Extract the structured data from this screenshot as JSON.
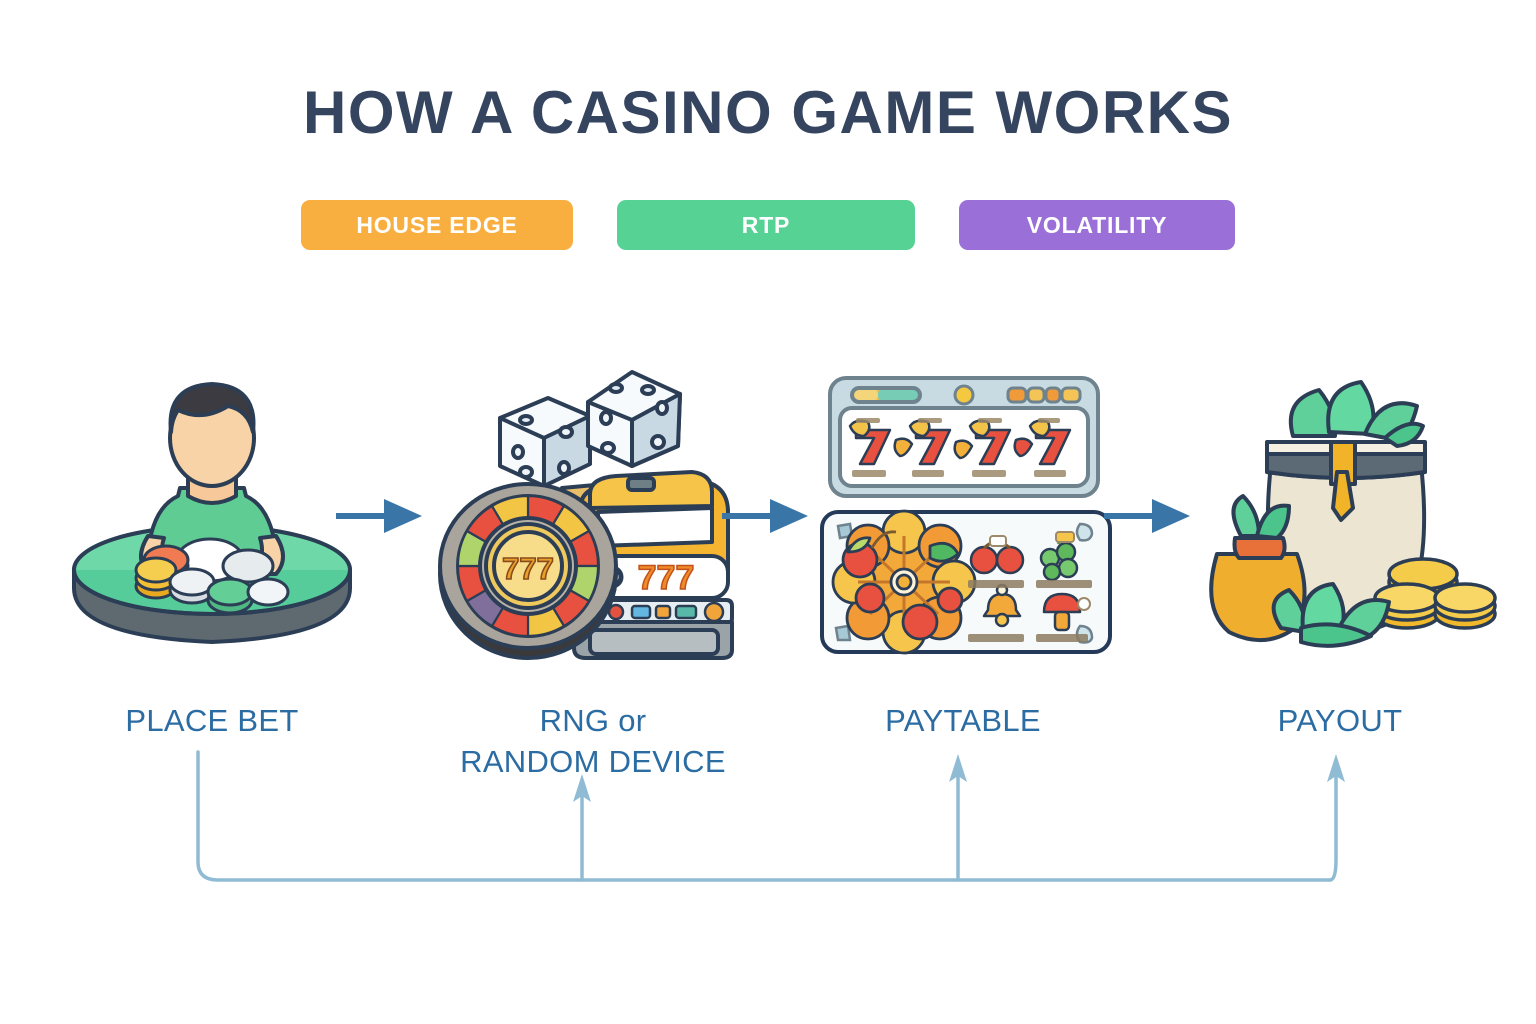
{
  "header": {
    "title": "HOW A CASINO GAME WORKS"
  },
  "badges": [
    {
      "label": "HOUSE EDGE",
      "color": "#f8af3f"
    },
    {
      "label": "RTP",
      "color": "#56d295"
    },
    {
      "label": "VOLATILITY",
      "color": "#9a6fd8"
    }
  ],
  "stages": [
    {
      "id": "place-bet",
      "label_line1": "PLACE BET",
      "label_line2": "",
      "illustration": "player-at-table-with-chips"
    },
    {
      "id": "rng",
      "label_line1": "RNG or",
      "label_line2": "RANDOM DEVICE",
      "illustration": "dice-roulette-slot-machine"
    },
    {
      "id": "paytable",
      "label_line1": "PAYTABLE",
      "label_line2": "",
      "illustration": "slot-reel-display-and-paytable-card"
    },
    {
      "id": "payout",
      "label_line1": "PAYOUT",
      "label_line2": "",
      "illustration": "money-bags-cash-and-coins"
    }
  ],
  "art_text": {
    "roulette_center": "777",
    "slot_machine_display": "777"
  },
  "colors": {
    "title": "#36455f",
    "label": "#2b6ca3",
    "flow_arrow": "#3a75a8",
    "loop_arrow": "#8fbcd4",
    "background": "#ffffff",
    "ink": "#2c3e55"
  },
  "flow": {
    "arrow_count": 3,
    "feedback_loop_targets": [
      "rng",
      "paytable",
      "payout"
    ]
  }
}
